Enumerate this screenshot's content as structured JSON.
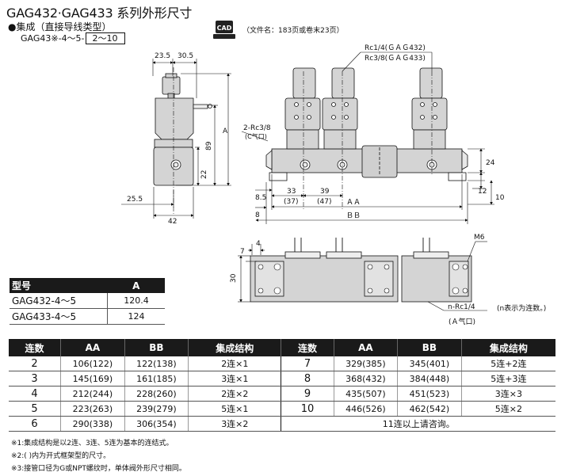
{
  "title": "GAG432·GAG433 系列外形尺寸",
  "subtitle": "●集成（直接导线类型）",
  "model_code": {
    "prefix": "GAG43※-4～5-",
    "boxed": "2～10"
  },
  "cad": {
    "icon": "cad-icon",
    "icon_label": "CAD",
    "note": "（文件名：183页或卷末23页）"
  },
  "side_view": {
    "dims": {
      "top_left": "23.5",
      "top_right": "30.5",
      "height_a": "A",
      "height_89": "89",
      "height_22": "22",
      "left_25_5": "25.5",
      "bottom_42": "42"
    }
  },
  "front_view": {
    "port_label_1": "Rc1/4(ＧＡＧ432)",
    "port_label_2": "Rc3/8(ＧＡＧ433)",
    "side_port_label": "2-Rc3/8",
    "side_port_note": "(C气口)",
    "dims": {
      "d24": "24",
      "d12": "12",
      "d10": "10",
      "d8_5": "8.5",
      "d33": "33",
      "d37": "(37)",
      "d39": "39",
      "d47": "(47)",
      "aa": "ＡＡ",
      "bb": "ＢＢ",
      "d8": "8"
    }
  },
  "top_view": {
    "dims": {
      "d4": "4",
      "d7": "7",
      "d30": "30",
      "m6": "M6"
    },
    "port_label": "n-Rc1/4",
    "port_note": "(Ａ气口)",
    "n_note": "(n表示为连数。)"
  },
  "table_a": {
    "headers": [
      "型号",
      "A"
    ],
    "rows": [
      [
        "GAG432-4～5",
        "120.4"
      ],
      [
        "GAG433-4～5",
        "124"
      ]
    ]
  },
  "main_table": {
    "headers": [
      "连数",
      "AA",
      "BB",
      "集成结构",
      "连数",
      "AA",
      "BB",
      "集成结构"
    ],
    "rows": [
      [
        "2",
        "106(122)",
        "122(138)",
        "2连×1",
        "7",
        "329(385)",
        "345(401)",
        "5连+2连"
      ],
      [
        "3",
        "145(169)",
        "161(185)",
        "3连×1",
        "8",
        "368(432)",
        "384(448)",
        "5连+3连"
      ],
      [
        "4",
        "212(244)",
        "228(260)",
        "2连×2",
        "9",
        "435(507)",
        "451(523)",
        "3连×3"
      ],
      [
        "5",
        "223(263)",
        "239(279)",
        "5连×1",
        "10",
        "446(526)",
        "462(542)",
        "5连×2"
      ]
    ],
    "last_row": [
      "6",
      "290(338)",
      "306(354)",
      "3连×2",
      "11连以上请咨询。"
    ]
  },
  "notes": [
    "※1:集成结构是以2连、3连、5连为基本的连结式。",
    "※2:( )内为开式框架型的尺寸。",
    "※3:接管口径为G或NPT螺纹时，单体阀外形尺寸相同。"
  ]
}
